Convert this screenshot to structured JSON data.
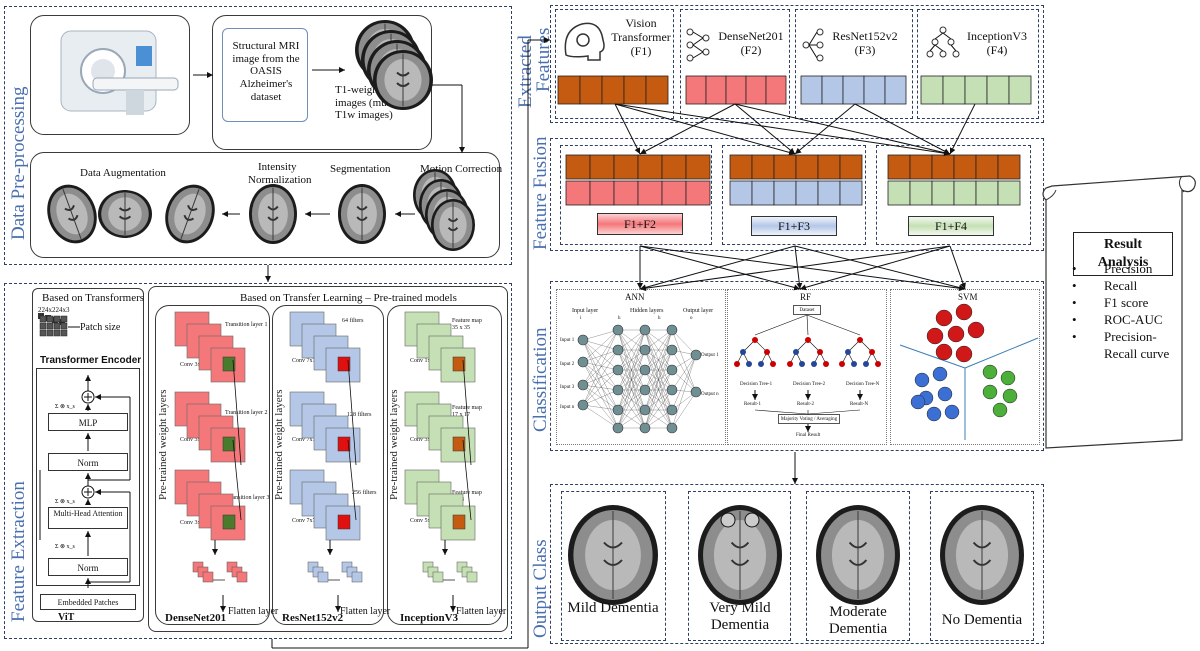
{
  "sections": {
    "preprocessing": "Data Pre-processing",
    "feature_extraction": "Feature Extraction",
    "extracted_features": [
      "Extracted",
      "Features"
    ],
    "feature_fusion": "Feature Fusion",
    "classification": "Classification",
    "output_class": "Output Class"
  },
  "preprocessing": {
    "mri_text": [
      "Structural MRI",
      "image from the",
      "OASIS",
      "Alzheimer's",
      "dataset"
    ],
    "t1_text": [
      "T1-weighted",
      "images (multiple",
      "T1w images)"
    ],
    "steps": [
      "Motion Correction",
      "Segmentation",
      "Intensity",
      "Normalization",
      "Data Augmentation"
    ]
  },
  "extraction": {
    "transformers_title": "Based on Transformers",
    "transfer_title": "Based on Transfer Learning – Pre-trained models",
    "input_size": "224x224x3",
    "patch_size": "Patch size",
    "transformer_encoder": "Transformer Encoder",
    "vit_blocks": [
      "MLP",
      "Norm",
      "Multi-Head Attention",
      "Norm",
      "Embedded Patches"
    ],
    "vit_label": "ViT",
    "weight_layers": "Pre-trained weight layers",
    "flatten": "Flatten layer",
    "models": [
      {
        "name": "DenseNet201",
        "labels": [
          "Transition layer 1",
          "Conv 3x3",
          "Transition layer 2",
          "Conv 3x3",
          "Transition layer 3",
          "Conv 3x3"
        ]
      },
      {
        "name": "ResNet152v2",
        "labels": [
          "64 filters",
          "Conv 7x7",
          "128 filters",
          "Conv 7x7",
          "256 filters",
          "Conv 7x7"
        ]
      },
      {
        "name": "InceptionV3",
        "labels": [
          "Feature map 35 x 35",
          "Conv 1x1",
          "Feature map 17 x 17",
          "Conv 3x3",
          "Feature map 8 x 8",
          "Conv 5x5"
        ]
      }
    ]
  },
  "features": [
    {
      "name": [
        "Vision",
        "Transformer",
        "(F1)"
      ],
      "icon": "head-gear-icon"
    },
    {
      "name": [
        "DenseNet201",
        "(F2)"
      ],
      "icon": "network-icon"
    },
    {
      "name": [
        "ResNet152v2",
        "(F3)"
      ],
      "icon": "branch-icon"
    },
    {
      "name": [
        "InceptionV3",
        "(F4)"
      ],
      "icon": "tree-icon"
    }
  ],
  "fusion": [
    "F1+F2",
    "F1+F3",
    "F1+F4"
  ],
  "classifiers": {
    "ann": {
      "title": "ANN",
      "labels": [
        "Input layer",
        "Hidden layers",
        "Output layer",
        "Input 1",
        "Input 2",
        "Input 3",
        "Input n",
        "Output 1",
        "Output n",
        "i",
        "h",
        "h",
        "o"
      ]
    },
    "rf": {
      "title": "RF",
      "labels": [
        "Dataset",
        "Decision Tree-1",
        "Decision Tree-2",
        "Decision Tree-N",
        "Result-1",
        "Result-2",
        "Result-N",
        "Majority Voting / Averaging",
        "Final Result"
      ]
    },
    "svm": {
      "title": "SVM"
    }
  },
  "outputs": [
    "Mild Dementia",
    "Very Mild Dementia",
    "Moderate Dementia",
    "No Dementia"
  ],
  "result": {
    "title": [
      "Result",
      "Analysis"
    ],
    "metrics": [
      "Precision",
      "Recall",
      "F1 score",
      "ROC-AUC",
      "Precision-Recall curve"
    ]
  },
  "colors": {
    "f1": "#c55a11",
    "f2": "#f4777a",
    "f3": "#b4c7e7",
    "f4": "#c5e0b4",
    "label": "#4a6fae",
    "svm_red": "#d01818",
    "svm_blue": "#3c6fd4",
    "svm_green": "#4caf3a"
  }
}
